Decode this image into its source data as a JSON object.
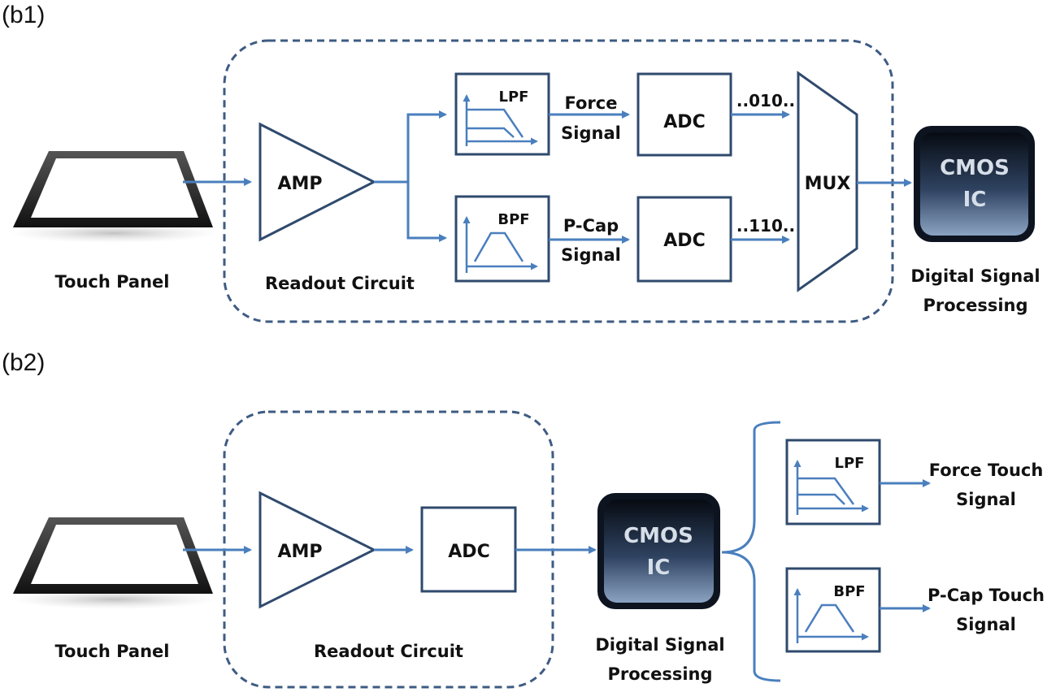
{
  "colors": {
    "wire": "#4a7fbd",
    "block_stroke": "#2f4a6d",
    "dashed_border": "#3e5b82",
    "cmos_fill": "#1e2a3a",
    "cmos_text": "#d6dee8"
  },
  "b1": {
    "title": "(b1)",
    "touch_panel": "Touch Panel",
    "readout": "Readout Circuit",
    "amp": "AMP",
    "lpf": "LPF",
    "bpf": "BPF",
    "force_1": "Force",
    "force_2": "Signal",
    "pcap_1": "P-Cap",
    "pcap_2": "Signal",
    "adc_top": "ADC",
    "adc_bot": "ADC",
    "bits_top": "..010..",
    "bits_bot": "..110..",
    "mux": "MUX",
    "cmos_1": "CMOS",
    "cmos_2": "IC",
    "dsp_1": "Digital Signal",
    "dsp_2": "Processing"
  },
  "b2": {
    "title": "(b2)",
    "touch_panel": "Touch Panel",
    "readout": "Readout Circuit",
    "amp": "AMP",
    "adc": "ADC",
    "cmos_1": "CMOS",
    "cmos_2": "IC",
    "dsp_1": "Digital Signal",
    "dsp_2": "Processing",
    "lpf": "LPF",
    "bpf": "BPF",
    "out_force_1": "Force Touch",
    "out_force_2": "Signal",
    "out_pcap_1": "P-Cap Touch",
    "out_pcap_2": "Signal"
  }
}
